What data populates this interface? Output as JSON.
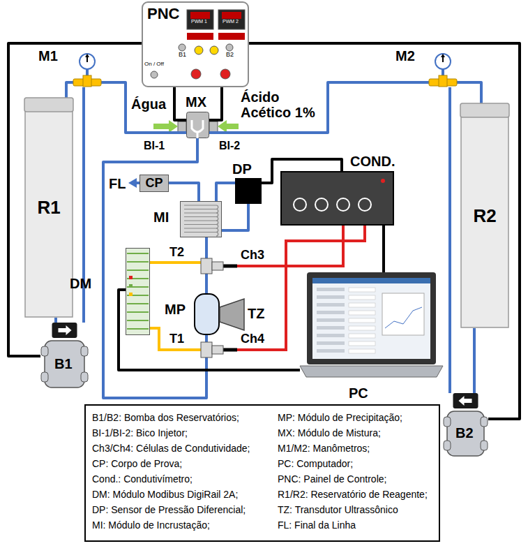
{
  "diagram": {
    "nodes": [
      {
        "text": [
          "PNC"
        ]
      },
      {
        "text": [
          "M1"
        ]
      },
      {
        "text": [
          "M2"
        ]
      },
      {
        "text": [
          "MX"
        ]
      },
      {
        "text": [
          "R1"
        ]
      },
      {
        "text": [
          "R2"
        ]
      },
      {
        "text": [
          "CP"
        ]
      },
      {
        "text": [
          "DP"
        ]
      },
      {
        "text": [
          "COND."
        ]
      },
      {
        "text": [
          "MI"
        ]
      },
      {
        "text": [
          "DM"
        ]
      },
      {
        "text": [
          "MP"
        ]
      },
      {
        "text": [
          "TZ"
        ]
      },
      {
        "text": [
          "PC"
        ]
      },
      {
        "text": [
          "B1"
        ]
      },
      {
        "text": [
          "B2"
        ]
      }
    ],
    "edges": [
      {
        "from": 0,
        "to": 14,
        "arrow": "none"
      },
      {
        "from": 0,
        "to": 15,
        "arrow": "none"
      },
      {
        "from": 0,
        "to": 3,
        "arrow": "none"
      },
      {
        "from": 0,
        "to": 3,
        "arrow": "none"
      },
      {
        "from": 4,
        "to": 14,
        "arrow": "none"
      },
      {
        "from": 14,
        "to": 1,
        "arrow": "none"
      },
      {
        "from": 1,
        "to": 4,
        "arrow": "none"
      },
      {
        "from": 1,
        "to": 3,
        "arrow": "none"
      },
      {
        "from": 2,
        "to": 3,
        "arrow": "none"
      },
      {
        "from": 2,
        "to": 5,
        "arrow": "none"
      },
      {
        "from": 15,
        "to": 2,
        "arrow": "none"
      },
      {
        "from": 5,
        "to": 15,
        "arrow": "none"
      },
      {
        "from": 3,
        "to": 11,
        "arrow": "none"
      },
      {
        "from": 11,
        "to": 9,
        "arrow": "none"
      },
      {
        "from": 9,
        "to": 6,
        "arrow": "none"
      },
      {
        "from": 7,
        "to": 9,
        "arrow": "none"
      },
      {
        "from": 7,
        "to": 9,
        "arrow": "none"
      },
      {
        "from": 7,
        "to": 8,
        "arrow": "none"
      },
      {
        "from": 8,
        "to": 13,
        "arrow": "none"
      },
      {
        "from": 10,
        "to": 13,
        "arrow": "none"
      }
    ],
    "labels": [
      "PWM 1",
      "PWM 2",
      "B1",
      "B2",
      "On / Off",
      "Água",
      "Ácido Acético 1%",
      "BI-1",
      "BI-2",
      "FL",
      "T2",
      "Ch3",
      "T1",
      "Ch4"
    ],
    "legend": [
      {
        "text": "B1/B2: Bomba dos Reservatórios;"
      },
      {
        "text": "BI-1/BI-2: Bico Injetor;"
      },
      {
        "text": "Ch3/Ch4: Células de Condutividade;"
      },
      {
        "text": "CP: Corpo de Prova;"
      },
      {
        "text": "Cond.: Condutivímetro;"
      },
      {
        "text": "DM: Módulo Modibus DigiRail 2A;"
      },
      {
        "text": "DP: Sensor de Pressão Diferencial;"
      },
      {
        "text": "MI: Módulo de Incrustação;"
      },
      {
        "text": "MP: Módulo de Precipitação;"
      },
      {
        "text": "MX: Módulo de Mistura;"
      },
      {
        "text": "M1/M2: Manômetros;"
      },
      {
        "text": "PC: Computador;"
      },
      {
        "text": "PNC: Painel de Controle;"
      },
      {
        "text": "R1/R2: Reservatório de Reagente;"
      },
      {
        "text": "TZ: Transdutor Ultrassônico"
      },
      {
        "text": "FL: Final da Linha"
      }
    ]
  }
}
